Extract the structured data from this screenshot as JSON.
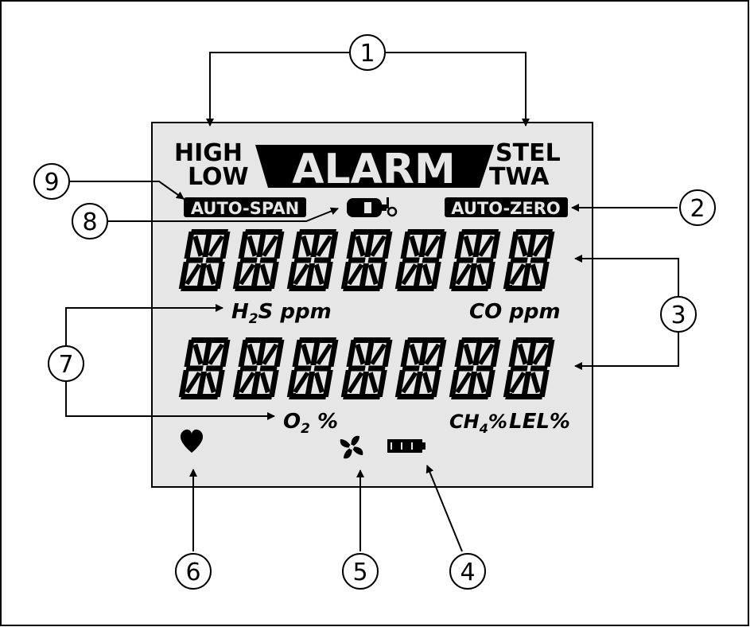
{
  "callouts": [
    {
      "num": "1",
      "target": "alarm-level-indicators"
    },
    {
      "num": "2",
      "target": "auto-zero-indicator"
    },
    {
      "num": "3",
      "target": "gas-reading-digits"
    },
    {
      "num": "4",
      "target": "battery-icon"
    },
    {
      "num": "5",
      "target": "fan-icon"
    },
    {
      "num": "6",
      "target": "heart-icon"
    },
    {
      "num": "7",
      "target": "gas-unit-labels"
    },
    {
      "num": "8",
      "target": "calibration-bottle-icon"
    },
    {
      "num": "9",
      "target": "auto-span-indicator"
    }
  ],
  "display": {
    "high": "HIGH",
    "low": "LOW",
    "alarm": "ALARM",
    "stel": "STEL",
    "twa": "TWA",
    "auto_span": "AUTO-SPAN",
    "auto_zero": "AUTO-ZERO",
    "h2s_main": "H",
    "h2s_sub": "2",
    "h2s_tail": "S ppm",
    "co": "CO ppm",
    "o2_main": "O",
    "o2_sub": "2",
    "o2_tail": " %",
    "ch4_main": "CH",
    "ch4_sub": "4",
    "ch4_tail": "%",
    "lel": "LEL%"
  },
  "colors": {
    "lcd_background": "#e6e6e6",
    "segment": "#000000",
    "inverse_text": "#e6e6e6"
  },
  "icons": [
    "heart-icon",
    "fan-icon",
    "battery-icon",
    "calibration-bottle-icon"
  ]
}
